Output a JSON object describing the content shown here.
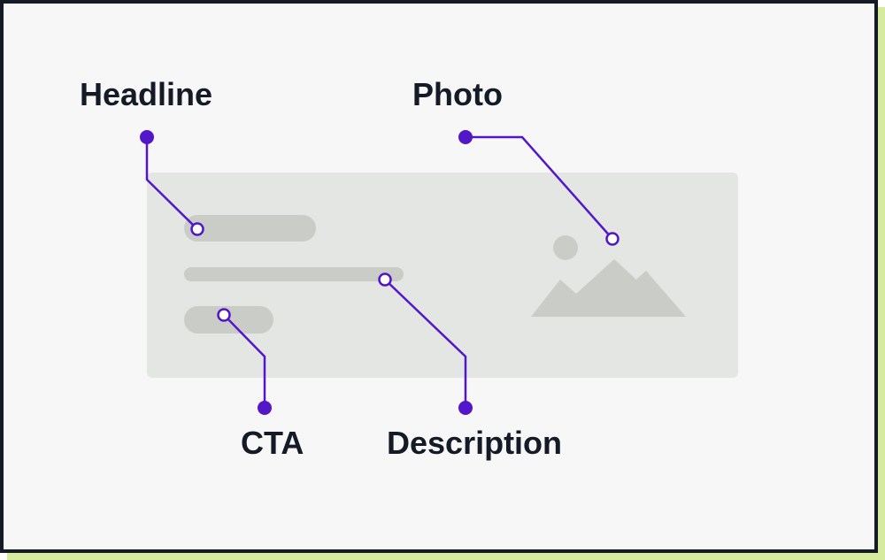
{
  "colors": {
    "frame_border": "#141a26",
    "frame_fill": "#f7f7f8",
    "shadow": "#d6eb9e",
    "card_fill": "#e3e6e2",
    "placeholder": "#cacdc7",
    "connector": "#5217c9",
    "label_text": "#141a26"
  },
  "labels": {
    "headline": "Headline",
    "photo": "Photo",
    "cta": "CTA",
    "description": "Description"
  }
}
